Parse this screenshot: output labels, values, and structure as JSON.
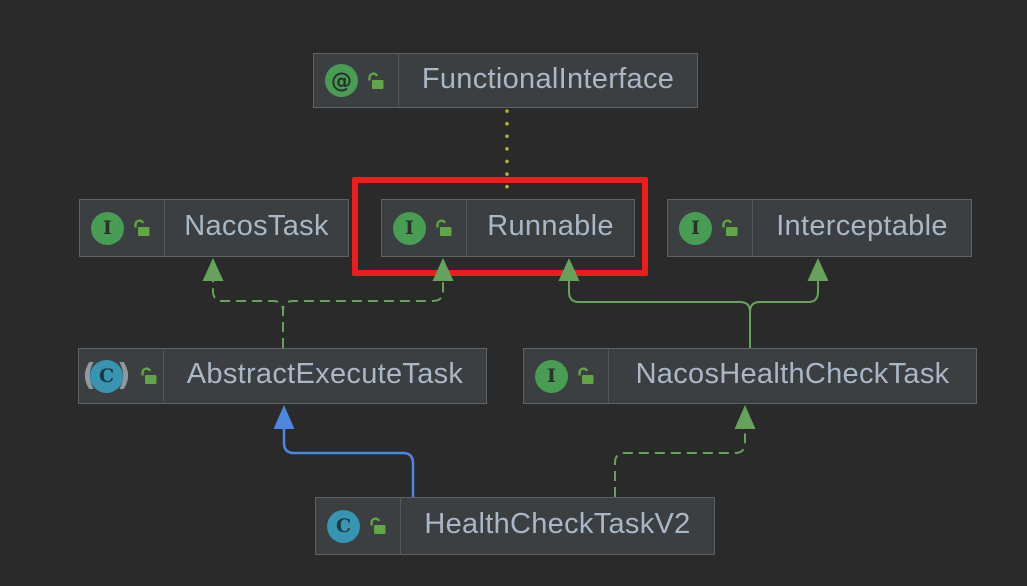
{
  "diagram": {
    "app": "uml-class-diagram",
    "nodes": [
      {
        "id": "FunctionalInterface",
        "label": "FunctionalInterface",
        "kind": "annotation",
        "icon": "annotation-icon",
        "icon_letter": "@",
        "locked": "unlocked"
      },
      {
        "id": "NacosTask",
        "label": "NacosTask",
        "kind": "interface",
        "icon": "interface-icon",
        "icon_letter": "I",
        "locked": "unlocked"
      },
      {
        "id": "Runnable",
        "label": "Runnable",
        "kind": "interface",
        "icon": "interface-icon",
        "icon_letter": "I",
        "locked": "unlocked",
        "highlighted": true
      },
      {
        "id": "Interceptable",
        "label": "Interceptable",
        "kind": "interface",
        "icon": "interface-icon",
        "icon_letter": "I",
        "locked": "unlocked"
      },
      {
        "id": "AbstractExecuteTask",
        "label": "AbstractExecuteTask",
        "kind": "abstract-class",
        "icon": "abstract-class-icon",
        "icon_letter": "C",
        "paren_left": "(",
        "paren_right": ")",
        "locked": "unlocked"
      },
      {
        "id": "NacosHealthCheckTask",
        "label": "NacosHealthCheckTask",
        "kind": "interface",
        "icon": "interface-icon",
        "icon_letter": "I",
        "locked": "unlocked"
      },
      {
        "id": "HealthCheckTaskV2",
        "label": "HealthCheckTaskV2",
        "kind": "class",
        "icon": "class-icon",
        "icon_letter": "C",
        "locked": "unlocked"
      }
    ],
    "edges": [
      {
        "from": "Runnable",
        "to": "FunctionalInterface",
        "style": "dotted",
        "meaning": "annotated-with",
        "color": "#b9b435"
      },
      {
        "from": "AbstractExecuteTask",
        "to": "NacosTask",
        "style": "dashed",
        "meaning": "implements",
        "color": "#67a25c"
      },
      {
        "from": "AbstractExecuteTask",
        "to": "Runnable",
        "style": "dashed",
        "meaning": "implements",
        "color": "#67a25c"
      },
      {
        "from": "NacosHealthCheckTask",
        "to": "Runnable",
        "style": "solid",
        "meaning": "extends",
        "color": "#67a25c"
      },
      {
        "from": "NacosHealthCheckTask",
        "to": "Interceptable",
        "style": "solid",
        "meaning": "extends",
        "color": "#67a25c"
      },
      {
        "from": "HealthCheckTaskV2",
        "to": "AbstractExecuteTask",
        "style": "solid",
        "meaning": "extends",
        "color": "#4e86e0"
      },
      {
        "from": "HealthCheckTaskV2",
        "to": "NacosHealthCheckTask",
        "style": "dashed",
        "meaning": "implements",
        "color": "#67a25c"
      }
    ],
    "highlight": {
      "target": "Runnable",
      "color": "#ee1c1c"
    },
    "colors": {
      "background": "#2a2a2a",
      "node_background": "#3c3f41",
      "node_border": "#5f6264",
      "label_text": "#a9b7c6",
      "interface_icon": "#499c54",
      "annotation_icon": "#499c54",
      "class_icon": "#3795b2",
      "lock": "#62a546",
      "edge_green": "#67a25c",
      "edge_blue": "#4e86e0",
      "edge_yellow": "#b9b435",
      "highlight_red": "#ee1c1c"
    }
  }
}
